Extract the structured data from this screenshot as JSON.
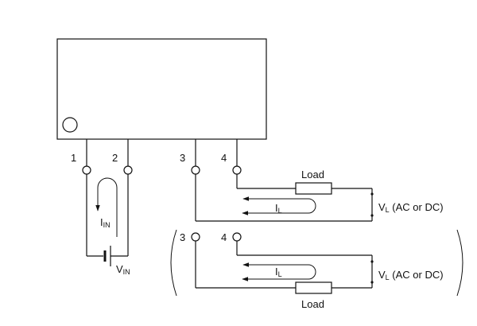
{
  "terminals": {
    "t1": "1",
    "t2": "2",
    "t3": "3",
    "t4": "4",
    "alt_t3": "3",
    "alt_t4": "4"
  },
  "labels": {
    "load": "Load",
    "load_alt": "Load",
    "i_in_main": "I",
    "i_in_sub": "IN",
    "v_in_main": "V",
    "v_in_sub": "IN",
    "i_l_main": "I",
    "i_l_sub": "L",
    "v_l_main": "V",
    "v_l_sub": "L",
    "v_l_suffix": " (AC or DC)"
  }
}
